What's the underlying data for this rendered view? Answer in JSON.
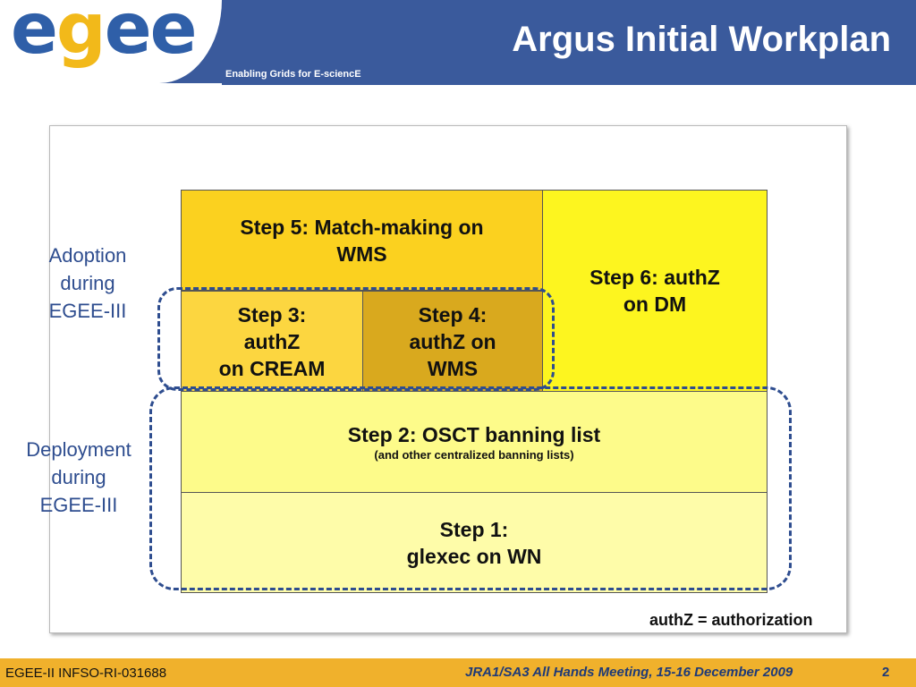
{
  "header": {
    "logo": "egee",
    "tagline": "Enabling Grids for E-sciencE",
    "title": "Argus Initial Workplan",
    "colors": {
      "bar": "#3a5a9c",
      "logo_blue": "#2f5fa8",
      "logo_yellow": "#f2b91a"
    }
  },
  "diagram": {
    "step5": {
      "line1": "Step 5: Match-making on",
      "line2": "WMS",
      "color": "#fbd11f"
    },
    "step6": {
      "line1": "Step 6: authZ",
      "line2": "on DM",
      "color": "#fdf51f"
    },
    "step3": {
      "line1": "Step 3:",
      "line2": "authZ",
      "line3": "on CREAM",
      "color": "#fcd640"
    },
    "step4": {
      "line1": "Step 4:",
      "line2": "authZ on",
      "line3": "WMS",
      "color": "#d9a91e"
    },
    "step2": {
      "line1": "Step 2: OSCT banning list",
      "sub": "(and other centralized banning lists)",
      "color": "#fdfb8a"
    },
    "step1": {
      "line1": "Step 1:",
      "line2": "glexec on WN",
      "color": "#fefca9"
    },
    "adoption": {
      "line1": "Adoption",
      "line2": "during",
      "line3": "EGEE-III"
    },
    "deployment": {
      "line1": "Deployment",
      "line2": "during",
      "line3": "EGEE-III"
    },
    "legend": "authZ = authorization",
    "group_color": "#2e4d8f"
  },
  "footer": {
    "left": "EGEE-II INFSO-RI-031688",
    "center": "JRA1/SA3 All Hands Meeting, 15-16 December 2009",
    "page": "2",
    "color": "#f0b12c"
  }
}
